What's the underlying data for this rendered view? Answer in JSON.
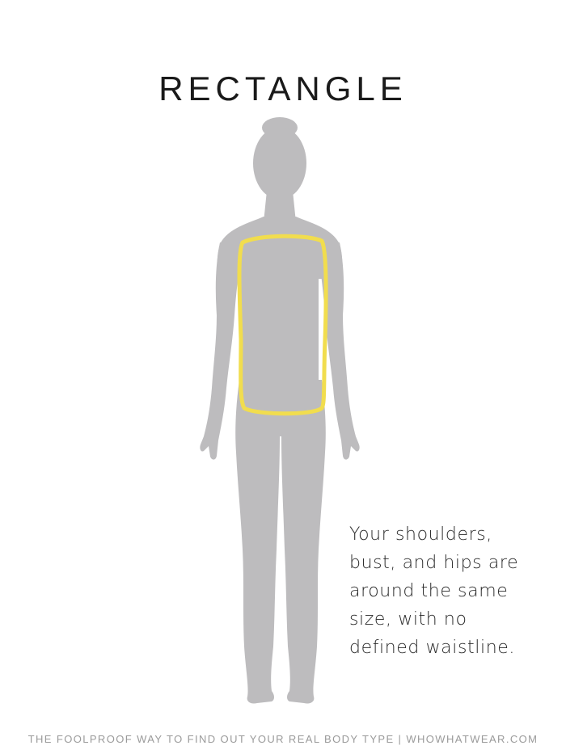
{
  "title": "RECTANGLE",
  "description": {
    "lines": [
      "Your shoulders,",
      "bust, and hips are",
      "around the same",
      "size, with no",
      "defined waistline."
    ]
  },
  "footer": "THE FOOLPROOF WAY TO FIND OUT YOUR REAL BODY TYPE | WHOWHATWEAR.COM",
  "colors": {
    "silhouette": "#bdbcbe",
    "outline": "#f1dd4e",
    "title_text": "#1a1a1a",
    "footer_text": "#9a9a9a"
  },
  "icons": {
    "figure": "body-silhouette-icon",
    "shape_outline": "rectangle-outline-icon"
  }
}
